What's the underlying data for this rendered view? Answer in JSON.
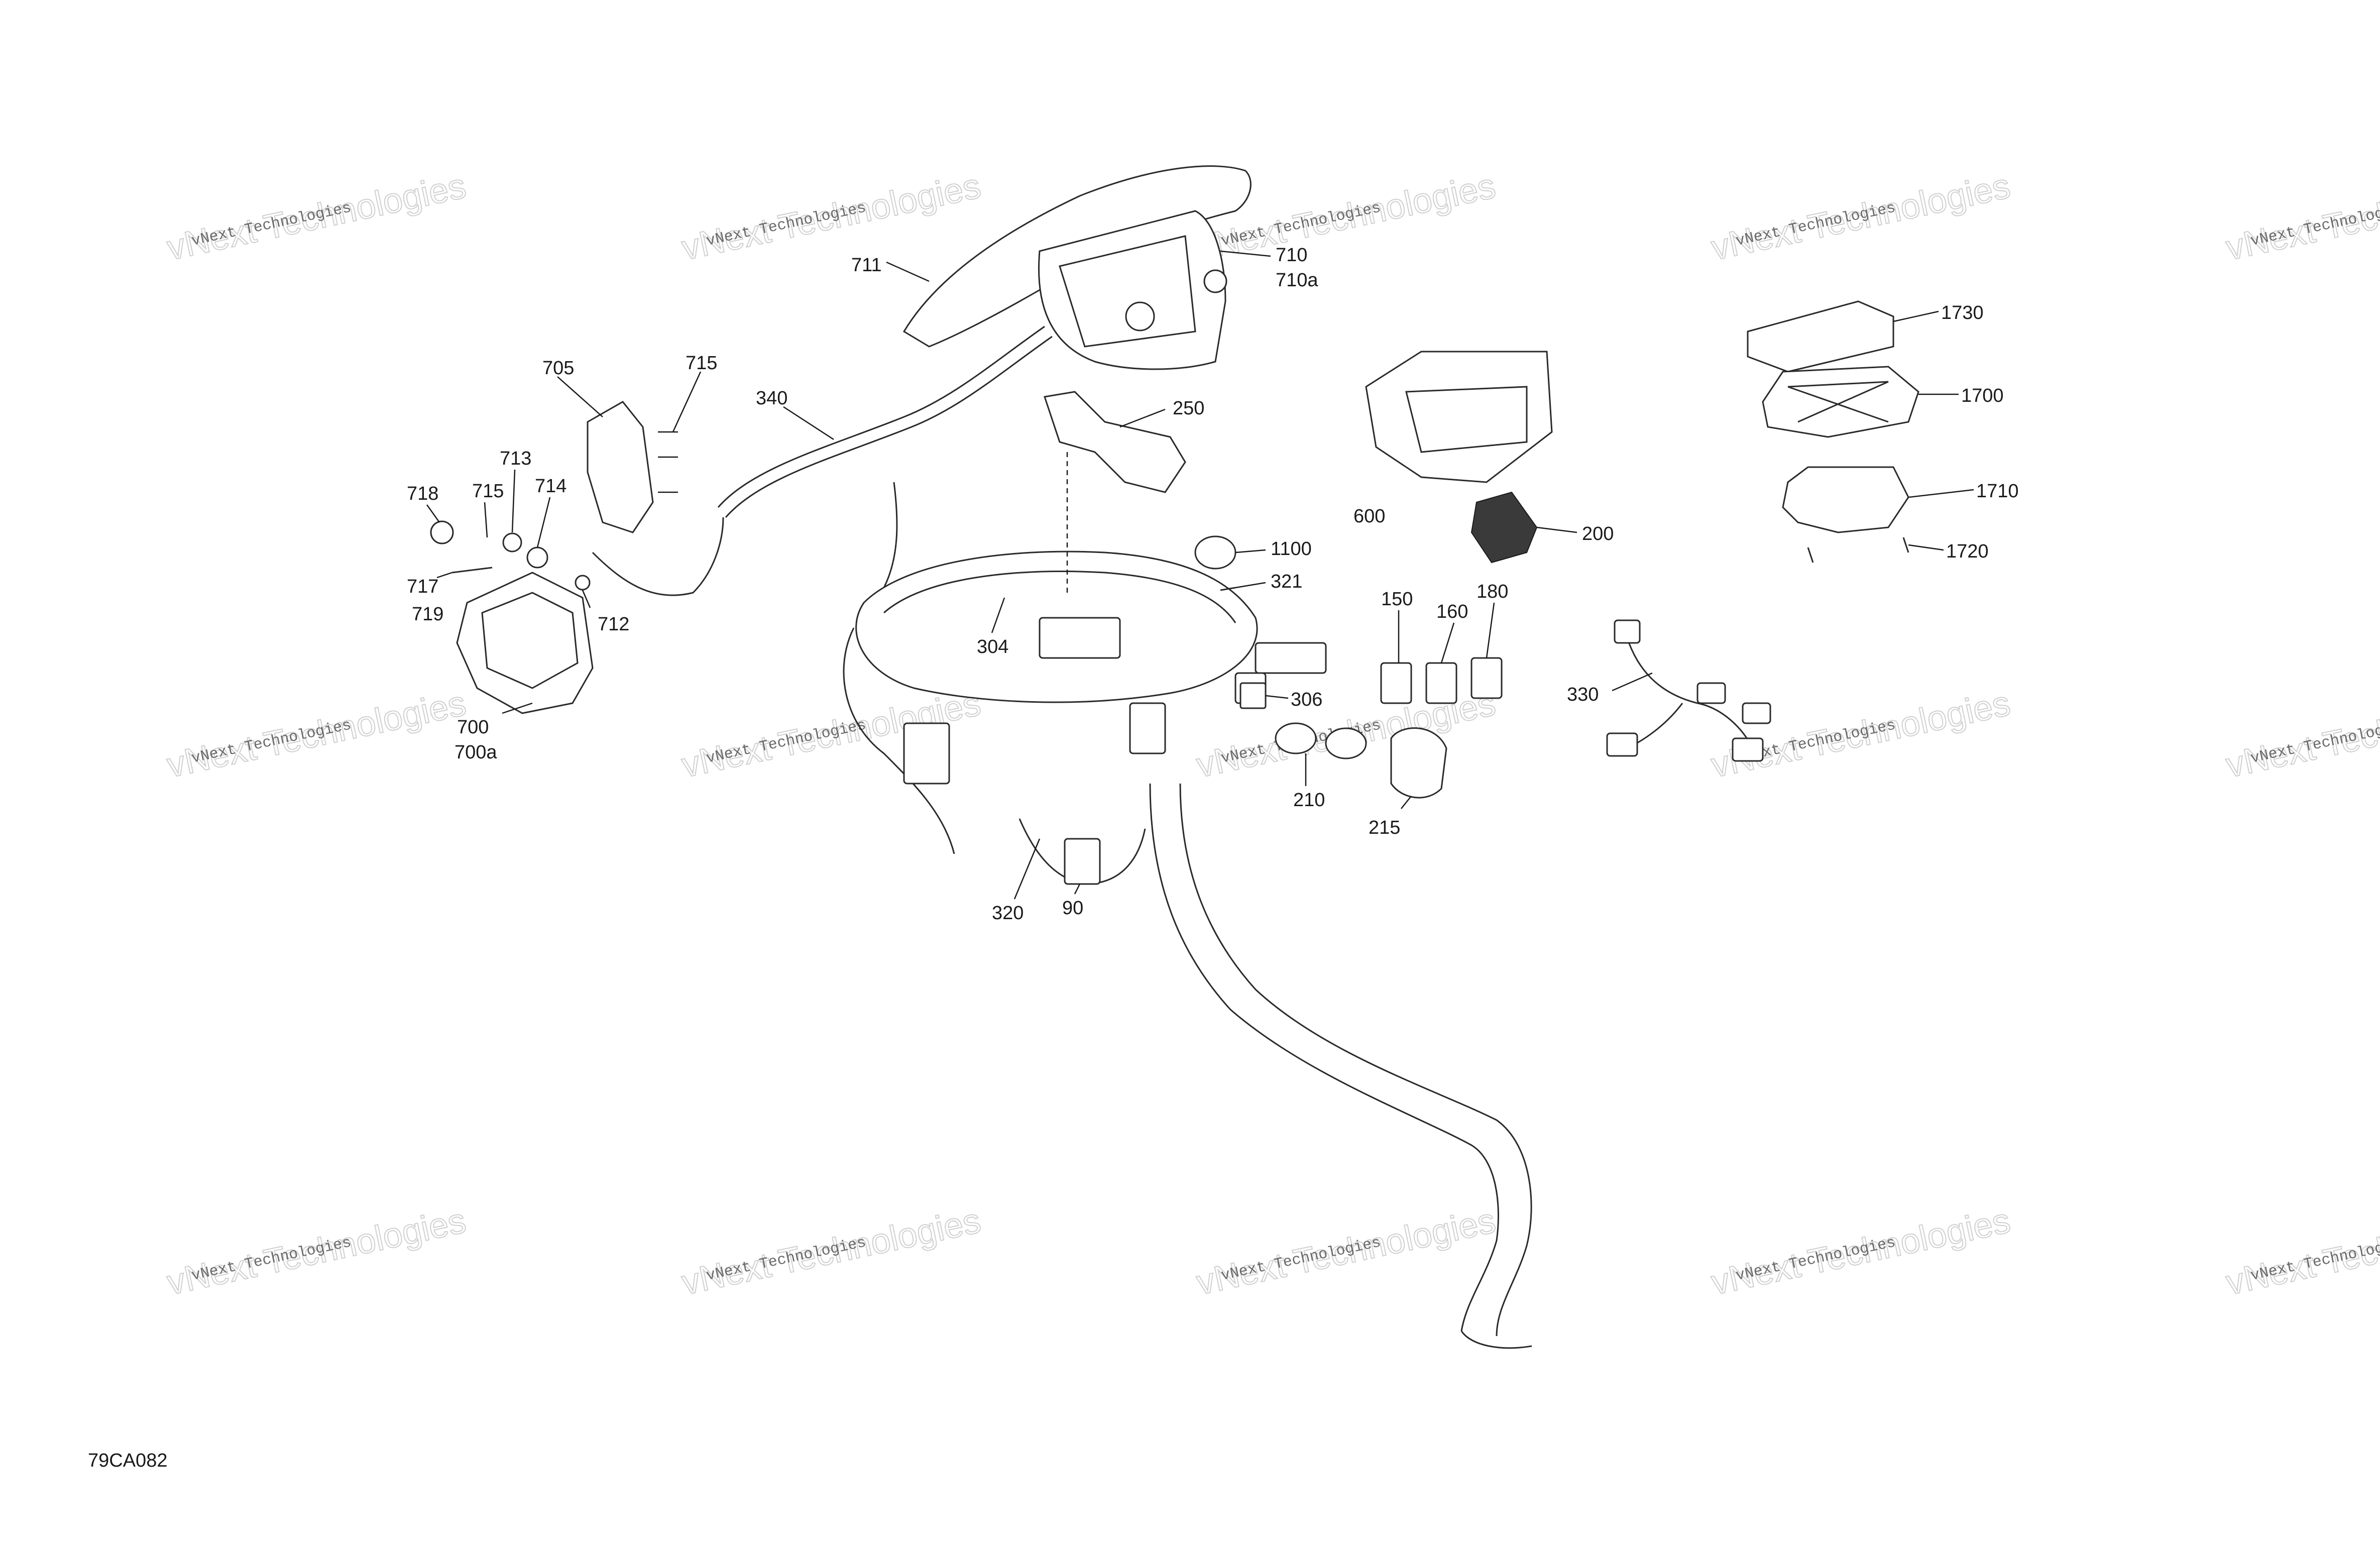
{
  "diagram": {
    "reference_code": "79CA082",
    "watermark": {
      "small_text": "vNext Technologies",
      "large_text": "vNext Technologies"
    },
    "part_callouts": [
      {
        "id": "c711",
        "label": "711"
      },
      {
        "id": "c710",
        "label": "710"
      },
      {
        "id": "c710a",
        "label": "710a"
      },
      {
        "id": "c705",
        "label": "705"
      },
      {
        "id": "c715a",
        "label": "715"
      },
      {
        "id": "c340",
        "label": "340"
      },
      {
        "id": "c250",
        "label": "250"
      },
      {
        "id": "c713",
        "label": "713"
      },
      {
        "id": "c718",
        "label": "718"
      },
      {
        "id": "c715b",
        "label": "715"
      },
      {
        "id": "c714",
        "label": "714"
      },
      {
        "id": "c717",
        "label": "717"
      },
      {
        "id": "c719",
        "label": "719"
      },
      {
        "id": "c712",
        "label": "712"
      },
      {
        "id": "c700",
        "label": "700"
      },
      {
        "id": "c700a",
        "label": "700a"
      },
      {
        "id": "c600",
        "label": "600"
      },
      {
        "id": "c200",
        "label": "200"
      },
      {
        "id": "c1100",
        "label": "1100"
      },
      {
        "id": "c321",
        "label": "321"
      },
      {
        "id": "c304",
        "label": "304"
      },
      {
        "id": "c150",
        "label": "150"
      },
      {
        "id": "c160",
        "label": "160"
      },
      {
        "id": "c180",
        "label": "180"
      },
      {
        "id": "c306",
        "label": "306"
      },
      {
        "id": "c210",
        "label": "210"
      },
      {
        "id": "c215",
        "label": "215"
      },
      {
        "id": "c320",
        "label": "320"
      },
      {
        "id": "c90",
        "label": "90"
      },
      {
        "id": "c330",
        "label": "330"
      },
      {
        "id": "c1730",
        "label": "1730"
      },
      {
        "id": "c1700",
        "label": "1700"
      },
      {
        "id": "c1710",
        "label": "1710"
      },
      {
        "id": "c1720",
        "label": "1720"
      }
    ]
  }
}
